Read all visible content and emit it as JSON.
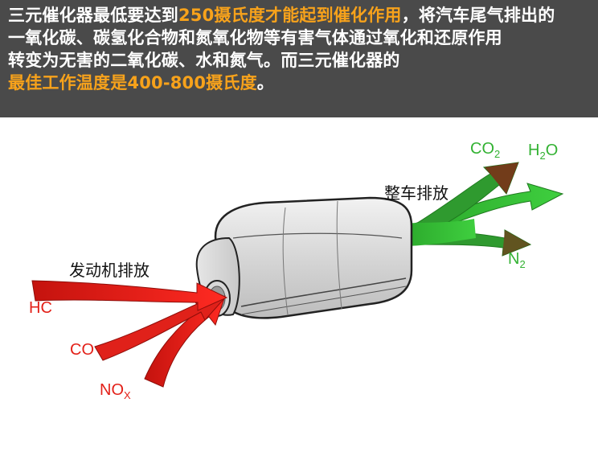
{
  "banner": {
    "line1_a": "三元催化器最低要达到",
    "line1_hl": "250摄氏度才能起到催化作用",
    "line1_b": "，将汽车尾气排出的",
    "line2": "一氧化碳、碳氢化合物和氮氧化物等有害气体通过氧化和还原作用",
    "line3": "转变为无害的二氧化碳、水和氮气。而三元催化器的",
    "line4_hl": "最佳工作温度是400-800摄氏度",
    "line4_b": "。"
  },
  "diagram": {
    "engine_label": "发动机排放",
    "vehicle_label": "整车排放",
    "inputs": [
      "HC",
      "CO",
      "NO",
      "X"
    ],
    "outputs": [
      "CO",
      "2",
      "H",
      "2",
      "O",
      "N",
      "2"
    ]
  },
  "colors": {
    "banner_bg": "#4a4a4a",
    "highlight": "#f7a21b",
    "red": "#e32119",
    "green": "#33b233"
  }
}
